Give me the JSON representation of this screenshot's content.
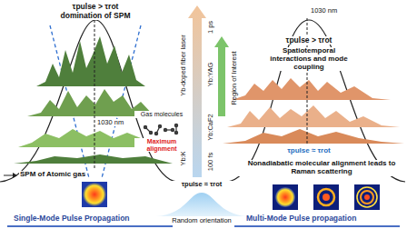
{
  "diagram": {
    "labels": [
      "τpulse > τrot",
      "domination of SPM",
      "1030 nm",
      "SPM of Atomic gas",
      "Single-Mode Pulse Propagation",
      "Yb:YAG",
      "Yb-doped fiber laser",
      "1 ps",
      "Region of Interest",
      "Yb:KGW",
      "Yb:CaF2",
      "100 fs",
      "Gas molecules",
      "Maximum alignment",
      "τpulse ≈ τrot",
      "Random orientation",
      "τpulse > τrot",
      "Spatiotemporal interactions and mode coupling",
      "1030 nm",
      "τpulse ≈ τrot",
      "Nonadiabatic molecular alignment leads to Raman scattering",
      "Multi-Mode Pulse propagation"
    ]
  }
}
